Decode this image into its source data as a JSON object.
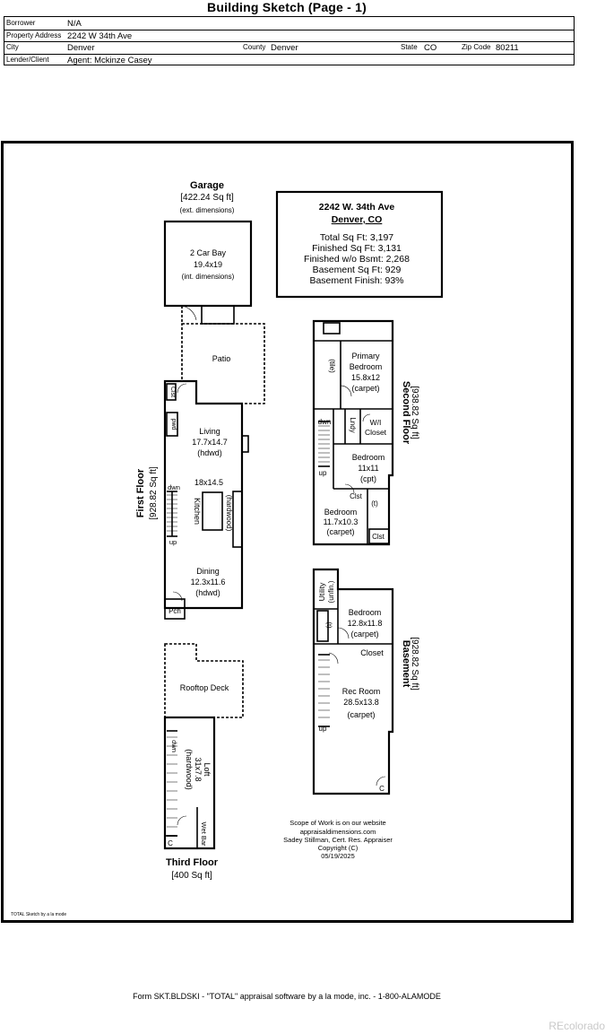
{
  "header": {
    "title": "Building Sketch (Page - 1)",
    "borrower_label": "Borrower",
    "borrower": "N/A",
    "address_label": "Property Address",
    "address": "2242 W 34th Ave",
    "city_label": "City",
    "city": "Denver",
    "county_label": "County",
    "county": "Denver",
    "state_label": "State",
    "state": "CO",
    "zip_label": "Zip Code",
    "zip": "80211",
    "lender_label": "Lender/Client",
    "lender": "Agent: Mckinze Casey"
  },
  "summary": {
    "line1": "2242 W. 34th Ave",
    "line2": "Denver, CO",
    "total": "Total Sq Ft: 3,197",
    "finished": "Finished Sq Ft: 3,131",
    "finished_wo_bsmt": "Finished w/o Bsmt: 2,268",
    "basement": "Basement Sq Ft: 929",
    "basement_finish": "Basement Finish: 93%"
  },
  "garage": {
    "title": "Garage",
    "area": "[422.24 Sq ft]",
    "note": "(ext. dimensions)",
    "room": "2 Car Bay",
    "dims": "19.4x19",
    "int_note": "(int. dimensions)"
  },
  "first_floor": {
    "title": "First Floor",
    "area": "[928.82 Sq ft]",
    "patio": "Patio",
    "clst": "Clst",
    "pwd": "pwd",
    "living": "Living",
    "living_dims": "17.7x14.7",
    "living_floor": "(hdwd)",
    "dwn": "dwn",
    "kitchen_dims": "18x14.5",
    "kitchen": "Kitchen",
    "kitchen_floor": "(hardwood)",
    "up": "up",
    "dining": "Dining",
    "dining_dims": "12.3x11.6",
    "dining_floor": "(hdwd)",
    "pch": "Pch"
  },
  "second_floor": {
    "title": "Second Floor",
    "area": "[938.82 Sq ft]",
    "tile": "(tile)",
    "primary": "Primary",
    "primary2": "Bedroom",
    "primary_dims": "15.8x12",
    "primary_floor": "(carpet)",
    "dwn": "dwn",
    "lndy": "Lndy",
    "wi": "W/I",
    "closet": "Closet",
    "bed2": "Bedroom",
    "bed2_dims": "11x11",
    "bed2_floor": "(cpt)",
    "up": "up",
    "clst": "Clst",
    "t": "(t)",
    "bed3": "Bedroom",
    "bed3_dims": "11.7x10.3",
    "bed3_floor": "(carpet)",
    "clst2": "Clst"
  },
  "basement": {
    "title": "Basement",
    "area": "[928.82 Sq ft]",
    "utility": "Utility",
    "unfin": "(unfin.)",
    "t": "(t)",
    "bedroom": "Bedroom",
    "bed_dims": "12.8x11.8",
    "bed_floor": "(carpet)",
    "closet": "Closet",
    "rec": "Rec Room",
    "rec_dims": "28.5x13.8",
    "rec_floor": "(carpet)",
    "up": "up",
    "c": "C"
  },
  "third_floor": {
    "title": "Third Floor",
    "area": "[400 Sq ft]",
    "deck": "Rooftop Deck",
    "dwn": "dwn",
    "loft": "Loft",
    "loft_dims": "31x7.8",
    "loft_floor": "(hardwood)",
    "wet_bar": "Wet Bar",
    "c": "C"
  },
  "scope": {
    "line1": "Scope of Work is on our website",
    "line2": "appraisaldimensions.com",
    "line3": "Sadey Stillman, Cert. Res. Appraiser",
    "line4": "Copyright (C)",
    "line5": "05/19/2025"
  },
  "credit": "TOTAL Sketch by a la mode",
  "footer": "Form SKT.BLDSKI - \"TOTAL\" appraisal software by a la mode, inc. - 1-800-ALAMODE",
  "watermark": "REcolorado"
}
